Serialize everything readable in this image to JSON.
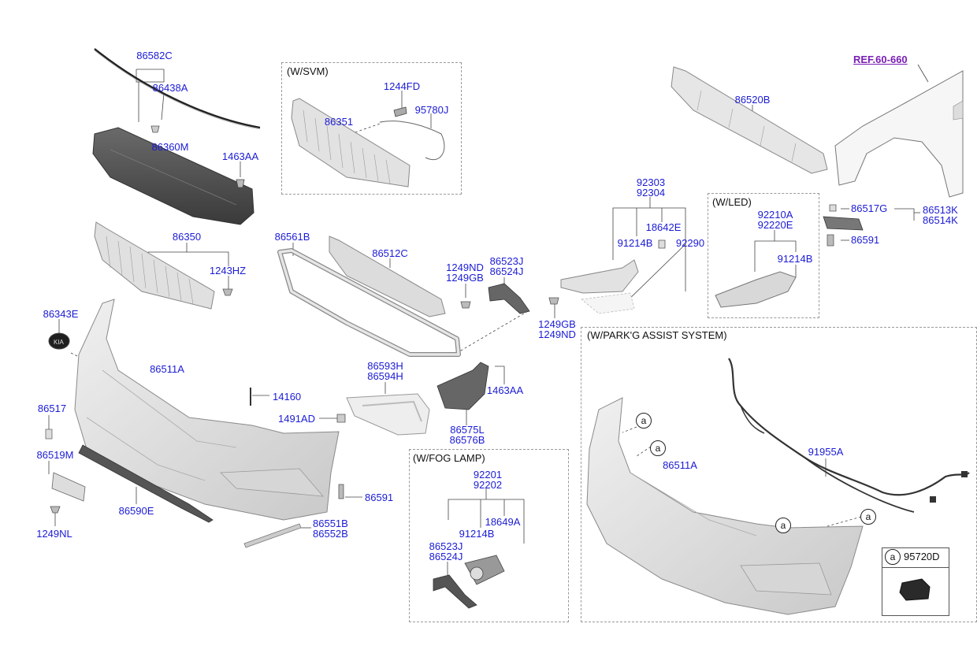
{
  "sections": {
    "svm": "(W/SVM)",
    "led": "(W/LED)",
    "park": "(W/PARK'G ASSIST SYSTEM)",
    "fog": "(W/FOG LAMP)"
  },
  "ref_label": "REF.60-660",
  "callout_letter": "a",
  "legend_part": "95720D",
  "colors": {
    "part_number": "#1b1bd6",
    "reference_link": "#7a1fb5",
    "part_fill": "#e4e4e4",
    "part_stroke": "#8a8a8a"
  },
  "labels": {
    "p86582C": "86582C",
    "p86438A": "86438A",
    "p86360M": "86360M",
    "p1463AA_a": "1463AA",
    "p86350": "86350",
    "p1243HZ": "1243HZ",
    "p86343E": "86343E",
    "p86511A_a": "86511A",
    "p86517": "86517",
    "p86519M": "86519M",
    "p1249NL": "1249NL",
    "p86590E": "86590E",
    "p14160": "14160",
    "p1491AD": "1491AD",
    "p86591_a": "86591",
    "p86551B": "86551B",
    "p86552B": "86552B",
    "p1244FD": "1244FD",
    "p95780J": "95780J",
    "p86351": "86351",
    "p86561B": "86561B",
    "p86512C": "86512C",
    "p1249ND_a": "1249ND",
    "p1249GB_a": "1249GB",
    "p86523J_a": "86523J",
    "p86524J_a": "86524J",
    "p1249GB_b": "1249GB",
    "p1249ND_b": "1249ND",
    "p86593H": "86593H",
    "p86594H": "86594H",
    "p1463AA_b": "1463AA",
    "p86575L": "86575L",
    "p86576B": "86576B",
    "p92201": "92201",
    "p92202": "92202",
    "p91214B_b": "91214B",
    "p18649A": "18649A",
    "p86523J_b": "86523J",
    "p86524J_b": "86524J",
    "p92303": "92303",
    "p92304": "92304",
    "p18642E": "18642E",
    "p91214B_a": "91214B",
    "p92290": "92290",
    "p92210A": "92210A",
    "p92220E": "92220E",
    "p91214B_c": "91214B",
    "p86520B": "86520B",
    "p86517G": "86517G",
    "p86513K": "86513K",
    "p86514K": "86514K",
    "p86591_b": "86591",
    "p91955A": "91955A",
    "p86511A_b": "86511A"
  }
}
